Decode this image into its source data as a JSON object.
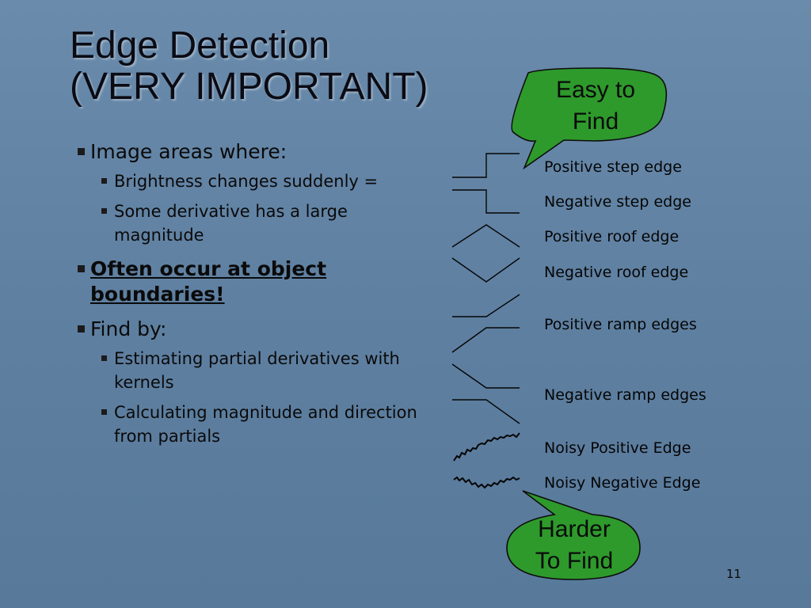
{
  "title": {
    "line1": "Edge Detection",
    "line2": "(VERY IMPORTANT)"
  },
  "bullets": {
    "image_areas": "Image areas where:",
    "brightness": "Brightness changes suddenly =",
    "derivative": "Some derivative has a large magnitude",
    "object_boundaries": "Often occur at object boundaries!",
    "find_by": "Find by:",
    "estimating": "Estimating partial derivatives with kernels",
    "calculating": "Calculating magnitude and direction from partials"
  },
  "edges": [
    "Positive step edge",
    "Negative step edge",
    "Positive roof edge",
    "Negative roof edge",
    "Positive ramp edges",
    "Negative ramp edges",
    "Noisy Positive Edge",
    "Noisy Negative Edge"
  ],
  "callouts": {
    "easy_line1": "Easy to",
    "easy_line2": "Find",
    "hard_line1": "Harder",
    "hard_line2": "To Find",
    "fill_color": "#2e9a2c",
    "border_color": "#0d0d0d"
  },
  "slide_number": "11"
}
